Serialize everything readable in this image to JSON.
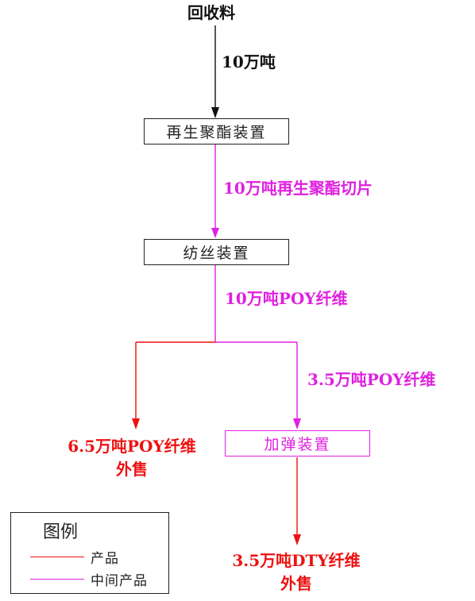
{
  "colors": {
    "product": "#ee1111",
    "intermediate": "#e020e0",
    "base": "#111111"
  },
  "nodes": {
    "source": "回收料",
    "polyester_unit": "再生聚酯装置",
    "spinning_unit": "纺丝装置",
    "texturing_unit": "加弹装置"
  },
  "flows": {
    "source_qty": "10万吨",
    "chips": "10万吨再生聚酯切片",
    "poy_total": "10万吨POY纤维",
    "poy_to_texturing": "3.5万吨POY纤维",
    "poy_sold_qty": "6.5万吨POY纤维",
    "poy_sold_note": "外售",
    "dty_sold_qty": "3.5万吨DTY纤维",
    "dty_sold_note": "外售"
  },
  "legend": {
    "title": "图例",
    "product_label": "产品",
    "intermediate_label": "中间产品"
  }
}
